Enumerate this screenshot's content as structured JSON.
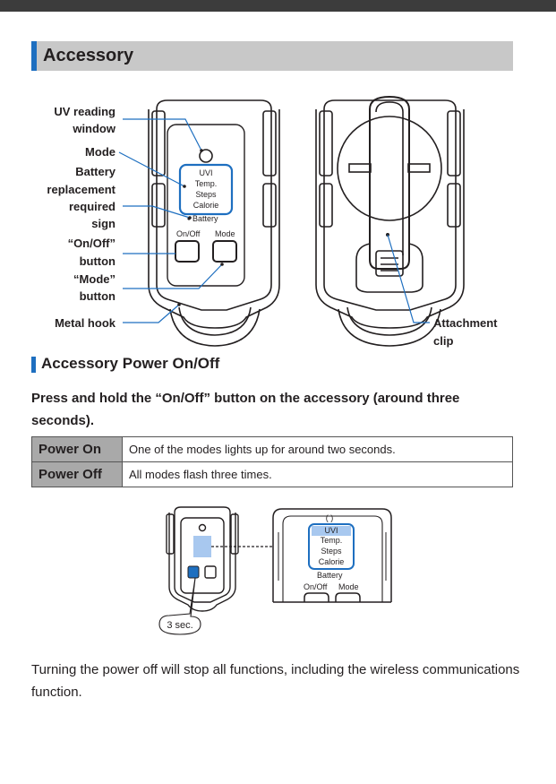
{
  "section": {
    "title": "Accessory"
  },
  "figure1": {
    "callouts": {
      "uv_window": [
        "UV reading",
        "window"
      ],
      "mode": [
        "Mode"
      ],
      "battery": [
        "Battery",
        "replacement",
        "required",
        "sign"
      ],
      "onoff": [
        "“On/Off”",
        "button"
      ],
      "mode_button": [
        "“Mode”",
        "button"
      ],
      "metal_hook": [
        "Metal hook"
      ],
      "clip": [
        "Attachment",
        "clip"
      ]
    },
    "device": {
      "modes": [
        "UVI",
        "Temp.",
        "Steps",
        "Calorie"
      ],
      "battery": "Battery",
      "onoff_label": "On/Off",
      "mode_label": "Mode"
    }
  },
  "subsection": {
    "title": "Accessory Power On/Off"
  },
  "instruction": "Press and hold the “On/Off” button on the accessory (around three seconds).",
  "table": [
    {
      "key": "Power On",
      "value": "One of the modes lights up for around two seconds."
    },
    {
      "key": "Power Off",
      "value": "All modes flash three times."
    }
  ],
  "figure2": {
    "bracket": "(    )",
    "modes": [
      "UVI",
      "Temp.",
      "Steps",
      "Calorie"
    ],
    "battery": "Battery",
    "onoff_label": "On/Off",
    "mode_label": "Mode",
    "duration": "3 sec."
  },
  "footer": "Turning the power off will stop all functions, including the wireless communications function.",
  "colors": {
    "accent": "#1e6fc0",
    "header_bg": "#c8c8c8",
    "table_key_bg": "#a9a9a9",
    "highlight": "#a8c8ef"
  }
}
